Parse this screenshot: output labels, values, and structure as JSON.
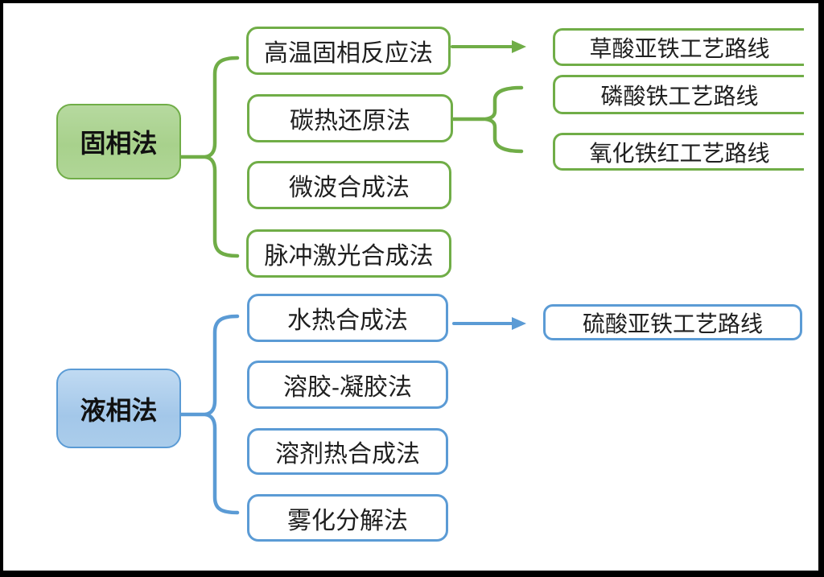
{
  "diagram": {
    "type": "mindmap-flow",
    "colors": {
      "solid_accent": "#70AD47",
      "solid_fill": "#ABD390",
      "liquid_accent": "#5B9BD5",
      "liquid_fill": "#AACBEA",
      "node_fill": "#FFFFFF",
      "text": "#1F1F1F",
      "frame": "#000000"
    },
    "solid": {
      "root_label": "固相法",
      "methods": [
        "高温固相反应法",
        "碳热还原法",
        "微波合成法",
        "脉冲激光合成法"
      ],
      "routes": [
        "草酸亚铁工艺路线",
        "磷酸铁工艺路线",
        "氧化铁红工艺路线"
      ],
      "relations": [
        {
          "from": "固相法",
          "to": [
            "高温固相反应法",
            "碳热还原法",
            "微波合成法",
            "脉冲激光合成法"
          ],
          "connector": "brace"
        },
        {
          "from": "高温固相反应法",
          "to": [
            "草酸亚铁工艺路线"
          ],
          "connector": "arrow"
        },
        {
          "from": "碳热还原法",
          "to": [
            "磷酸铁工艺路线",
            "氧化铁红工艺路线"
          ],
          "connector": "brace"
        }
      ]
    },
    "liquid": {
      "root_label": "液相法",
      "methods": [
        "水热合成法",
        "溶胶-凝胶法",
        "溶剂热合成法",
        "雾化分解法"
      ],
      "routes": [
        "硫酸亚铁工艺路线"
      ],
      "relations": [
        {
          "from": "液相法",
          "to": [
            "水热合成法",
            "溶胶-凝胶法",
            "溶剂热合成法",
            "雾化分解法"
          ],
          "connector": "brace"
        },
        {
          "from": "水热合成法",
          "to": [
            "硫酸亚铁工艺路线"
          ],
          "connector": "arrow"
        }
      ]
    }
  }
}
